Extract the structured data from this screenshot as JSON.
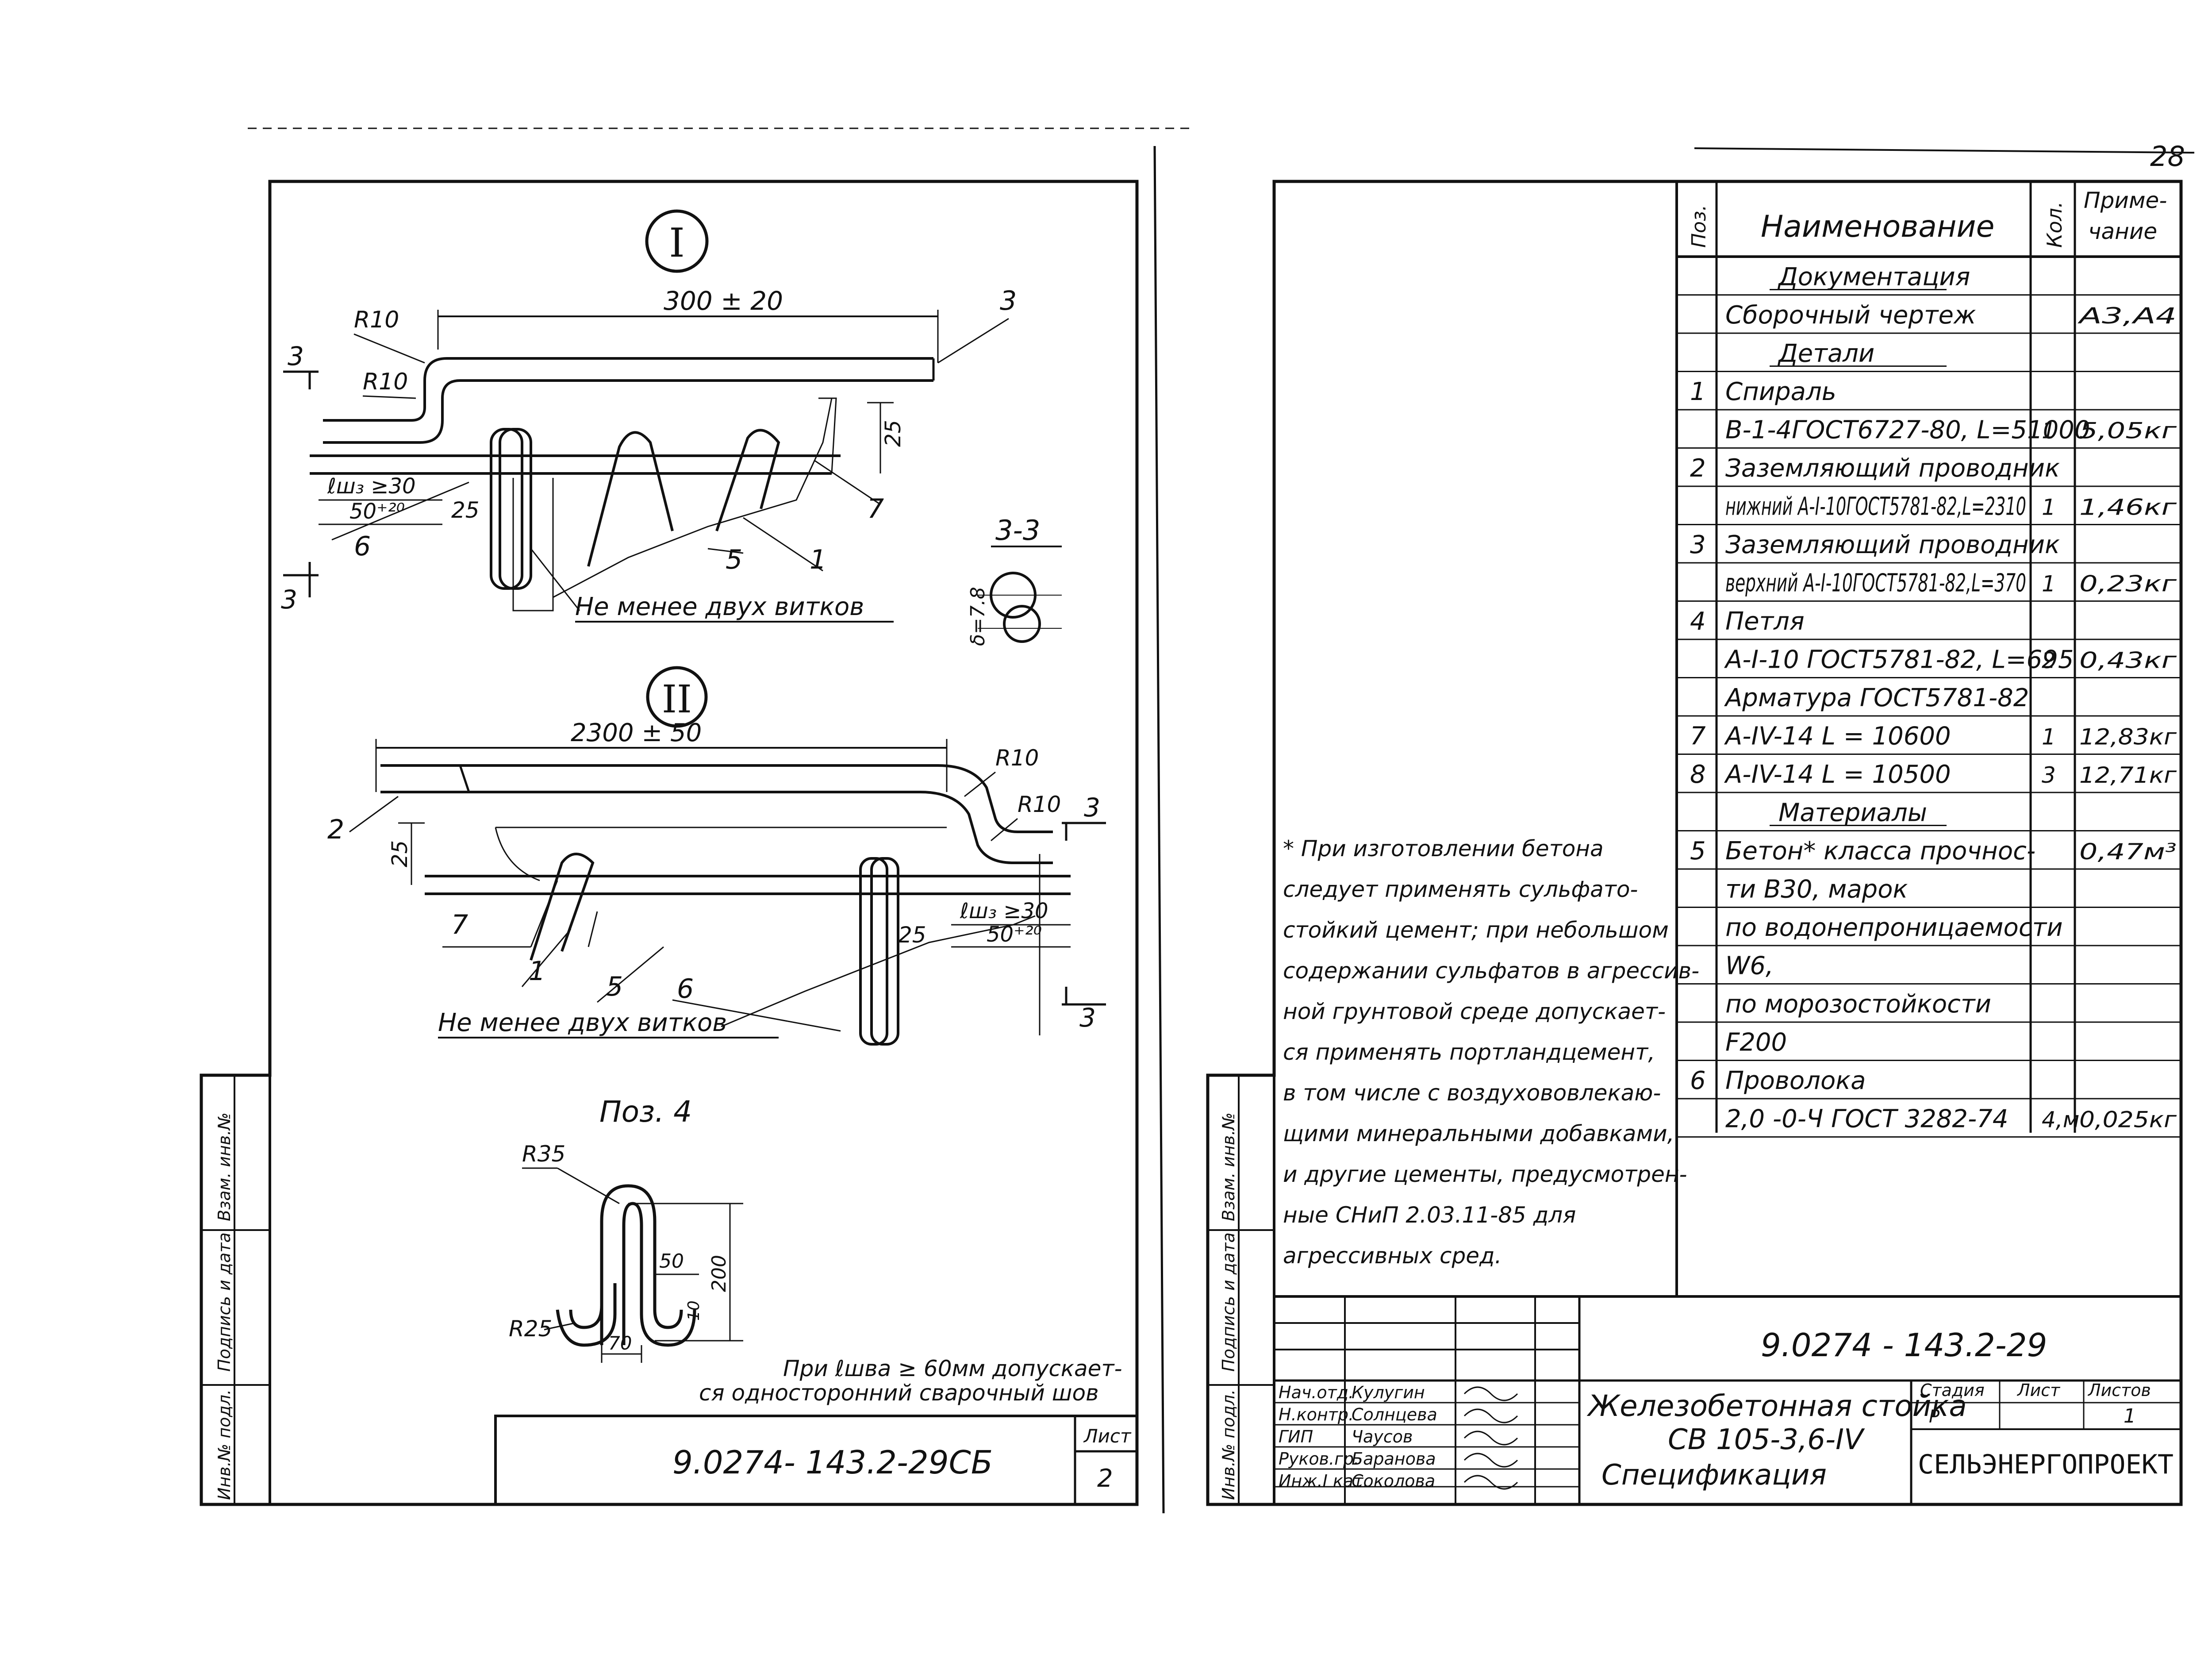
{
  "page_number": "28",
  "left_sheet": {
    "node1": {
      "marker": "I",
      "dim_length": "300 ± 20",
      "r_top": "R10",
      "r_bottom": "R10",
      "section_mark": "3",
      "dim_gap": "25",
      "lw": "ℓш₃ ≥30",
      "dim_50": "50⁺²⁰",
      "dim_25": "25",
      "pos_3": "3",
      "pos_6": "6",
      "pos_5": "5",
      "pos_1": "1",
      "pos_7": "7",
      "turns_note": "Не менее двух витков"
    },
    "section33": {
      "title": "3-3",
      "dim": "δ=7.8"
    },
    "node2": {
      "marker": "II",
      "dim_length": "2300 ± 50",
      "r_top": "R10",
      "r_bottom": "R10",
      "section_mark": "3",
      "dim_gap": "25",
      "lw": "ℓш₃ ≥30",
      "dim_50": "50⁺²⁰",
      "dim_25": "25",
      "pos_2": "2",
      "pos_7": "7",
      "pos_1": "1",
      "pos_5": "5",
      "pos_6": "6",
      "turns_note": "Не менее двух витков"
    },
    "pos4": {
      "title": "Поз. 4",
      "r35": "R35",
      "r25": "R25",
      "dim50": "50",
      "dim200": "200",
      "dim10": "10",
      "dim70": "70"
    },
    "weld_note": [
      "При ℓшва ≥ 60мм допускает-",
      "ся односторонний сварочный шов"
    ],
    "code": "9.0274- 143.2-29СБ",
    "sheet_label": "Лист",
    "sheet_no": "2",
    "side_strip": [
      "Инв.№ подл.",
      "Подпись и дата",
      "Взам. инв.№"
    ]
  },
  "right_sheet": {
    "side_strip": [
      "Инв.№ подл.",
      "Подпись и дата",
      "Взам. инв.№"
    ],
    "table": {
      "headers": {
        "pos": "Поз.",
        "name": "Наименование",
        "qty": "Кол.",
        "note": "Приме-\nчание"
      },
      "rows": [
        {
          "pos": "",
          "name": "Документация",
          "qty": "",
          "note": "",
          "section": true
        },
        {
          "pos": "",
          "name": "Сборочный чертеж",
          "qty": "",
          "note": "А3,А4"
        },
        {
          "pos": "",
          "name": "Детали",
          "qty": "",
          "note": "",
          "section": true
        },
        {
          "pos": "1",
          "name": "Спираль",
          "qty": "",
          "note": ""
        },
        {
          "pos": "",
          "name": "В-1-4ГОСТ6727-80, L=51000",
          "qty": "1",
          "note": "5,05кг"
        },
        {
          "pos": "2",
          "name": "Заземляющий проводник",
          "qty": "",
          "note": ""
        },
        {
          "pos": "",
          "name": "нижний А-I-10ГОСТ5781-82,L=2310",
          "qty": "1",
          "note": "1,46кг"
        },
        {
          "pos": "3",
          "name": "Заземляющий проводник",
          "qty": "",
          "note": ""
        },
        {
          "pos": "",
          "name": "верхний А-I-10ГОСТ5781-82,L=370",
          "qty": "1",
          "note": "0,23кг"
        },
        {
          "pos": "4",
          "name": "Петля",
          "qty": "",
          "note": ""
        },
        {
          "pos": "",
          "name": "А-I-10 ГОСТ5781-82, L=695",
          "qty": "2",
          "note": "0,43кг"
        },
        {
          "pos": "",
          "name": "Арматура ГОСТ5781-82",
          "qty": "",
          "note": ""
        },
        {
          "pos": "7",
          "name": "А-IV-14   L = 10600",
          "qty": "1",
          "note": "12,83кг"
        },
        {
          "pos": "8",
          "name": "А-IV-14   L = 10500",
          "qty": "3",
          "note": "12,71кг"
        },
        {
          "pos": "",
          "name": "Материалы",
          "qty": "",
          "note": "",
          "section": true
        },
        {
          "pos": "5",
          "name": "Бетон* класса прочнос-",
          "qty": "",
          "note": "0,47м³"
        },
        {
          "pos": "",
          "name": "ти В30, марок",
          "qty": "",
          "note": ""
        },
        {
          "pos": "",
          "name": "по водонепроницаемости",
          "qty": "",
          "note": ""
        },
        {
          "pos": "",
          "name": "W6,",
          "qty": "",
          "note": ""
        },
        {
          "pos": "",
          "name": "по морозостойкости",
          "qty": "",
          "note": ""
        },
        {
          "pos": "",
          "name": "F200",
          "qty": "",
          "note": ""
        },
        {
          "pos": "6",
          "name": "Проволока",
          "qty": "",
          "note": ""
        },
        {
          "pos": "",
          "name": "2,0 -0-Ч ГОСТ 3282-74",
          "qty": "4,м",
          "note": "0,025кг"
        }
      ]
    },
    "note_lines": [
      "* При изготовлении бетона",
      "следует применять сульфато-",
      "стойкий цемент; при небольшом",
      "содержании сульфатов в агрессив-",
      "ной грунтовой среде допускает-",
      "ся применять портландцемент,",
      "в том числе с воздухововлекаю-",
      "щими минеральными добавками,",
      "и другие цементы, предусмотрен-",
      "ные СНиП 2.03.11-85 для",
      "агрессивных сред."
    ],
    "title_block": {
      "code": "9.0274 - 143.2-29",
      "title_lines": [
        "Железобетонная стойка",
        "СВ 105-3,6-IV",
        "Спецификация"
      ],
      "stage_label": "Стадия",
      "sheet_label": "Лист",
      "sheets_label": "Листов",
      "stage": "Р",
      "sheets": "1",
      "org": "СЕЛЬЭНЕРГОПРОЕКТ",
      "signers": [
        {
          "role": "Нач.отд.",
          "name": "Кулугин"
        },
        {
          "role": "Н.контр.",
          "name": "Солнцева"
        },
        {
          "role": "ГИП",
          "name": "Чаусов"
        },
        {
          "role": "Руков.гр.",
          "name": "Баранова"
        },
        {
          "role": "Инж.I кат.",
          "name": "Соколова"
        }
      ]
    }
  }
}
